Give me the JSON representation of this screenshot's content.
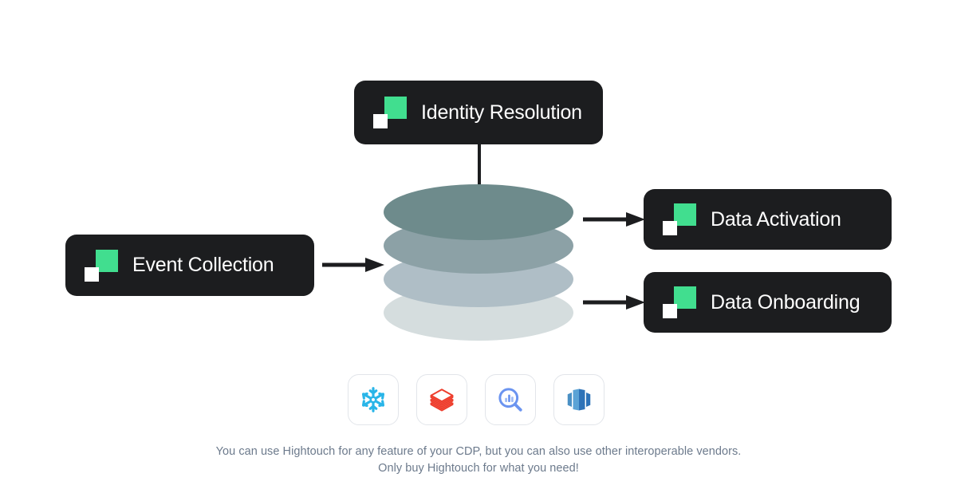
{
  "diagram": {
    "title": "Hightouch Composable CDP architecture",
    "background_color": "#ffffff",
    "node_color": "#1C1D1F",
    "accent_color": "#41DE8F",
    "nodes": {
      "identity": {
        "label": "Identity Resolution",
        "logo": "hightouch-logo-icon"
      },
      "event": {
        "label": "Event Collection",
        "logo": "hightouch-logo-icon"
      },
      "activation": {
        "label": "Data Activation",
        "logo": "hightouch-logo-icon"
      },
      "onboarding": {
        "label": "Data Onboarding",
        "logo": "hightouch-logo-icon"
      }
    },
    "warehouse": {
      "name": "data-warehouse-cylinder",
      "layer_colors": [
        "#6E8B8C",
        "#8CA1A6",
        "#AFBEC6",
        "#D5DDDE"
      ]
    },
    "connectors": [
      {
        "name": "identity-to-warehouse",
        "style": "line"
      },
      {
        "name": "event-to-warehouse",
        "style": "arrow"
      },
      {
        "name": "warehouse-to-activation",
        "style": "arrow"
      },
      {
        "name": "warehouse-to-onboarding",
        "style": "arrow"
      }
    ],
    "vendors": [
      {
        "name": "snowflake-icon",
        "color": "#29B5E8"
      },
      {
        "name": "databricks-icon",
        "color": "#EE3D2C"
      },
      {
        "name": "bigquery-icon",
        "color": "#6B94F0"
      },
      {
        "name": "redshift-icon",
        "color": "#2E73B8"
      }
    ],
    "caption": {
      "line1": "You can use Hightouch for any feature of your CDP, but you can also use other interoperable vendors.",
      "line2": "Only buy Hightouch for what you need!",
      "color": "#6C7A8C"
    }
  }
}
